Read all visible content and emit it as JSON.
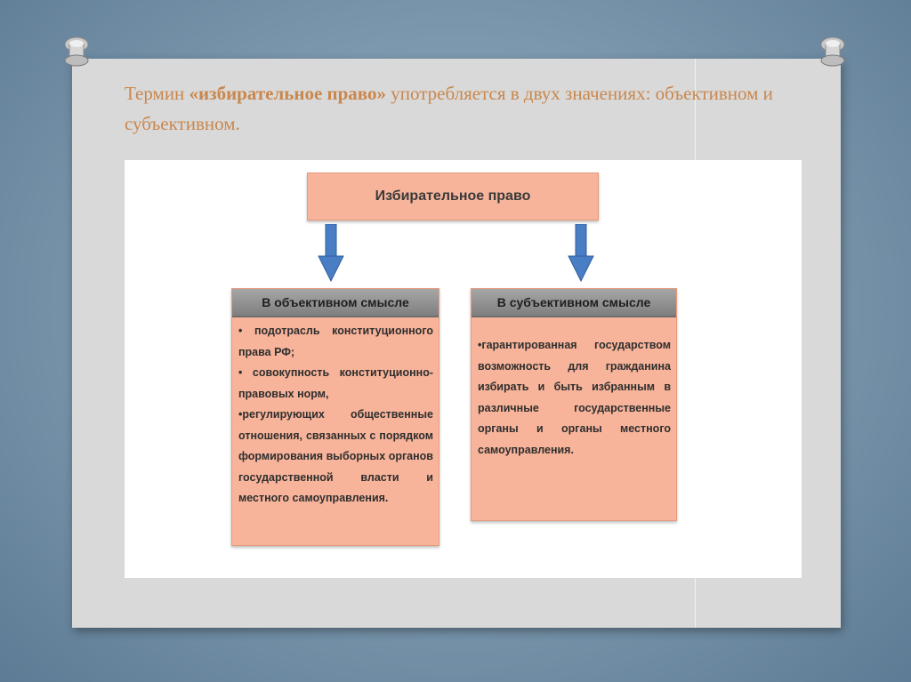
{
  "title": {
    "prefix": "Термин ",
    "emphasis": "«избирательное право»",
    "suffix": " употребляется в двух значениях: объективном и субъективном."
  },
  "diagram": {
    "root": "Избирательное право",
    "left": {
      "heading": "В объективном смысле",
      "items": [
        "• подотрасль конституционного права РФ;",
        "• совокупность конституционно-правовых норм,",
        "•регулирующих общественные отношения, связанных с порядком формирования выборных органов государственной власти и местного самоуправления."
      ]
    },
    "right": {
      "heading": "В субъективном смысле",
      "items": [
        "•гарантированная государством возможность для гражданина избирать и быть избранным в различные государственные органы и органы местного самоуправления."
      ]
    }
  },
  "colors": {
    "title_text": "#c9874d",
    "box_fill": "#f7b49a",
    "header_fill": "#8c8c8c",
    "arrow_fill": "#4a7ec4"
  },
  "icons": [
    "pushpin-icon",
    "arrow-down-icon"
  ]
}
